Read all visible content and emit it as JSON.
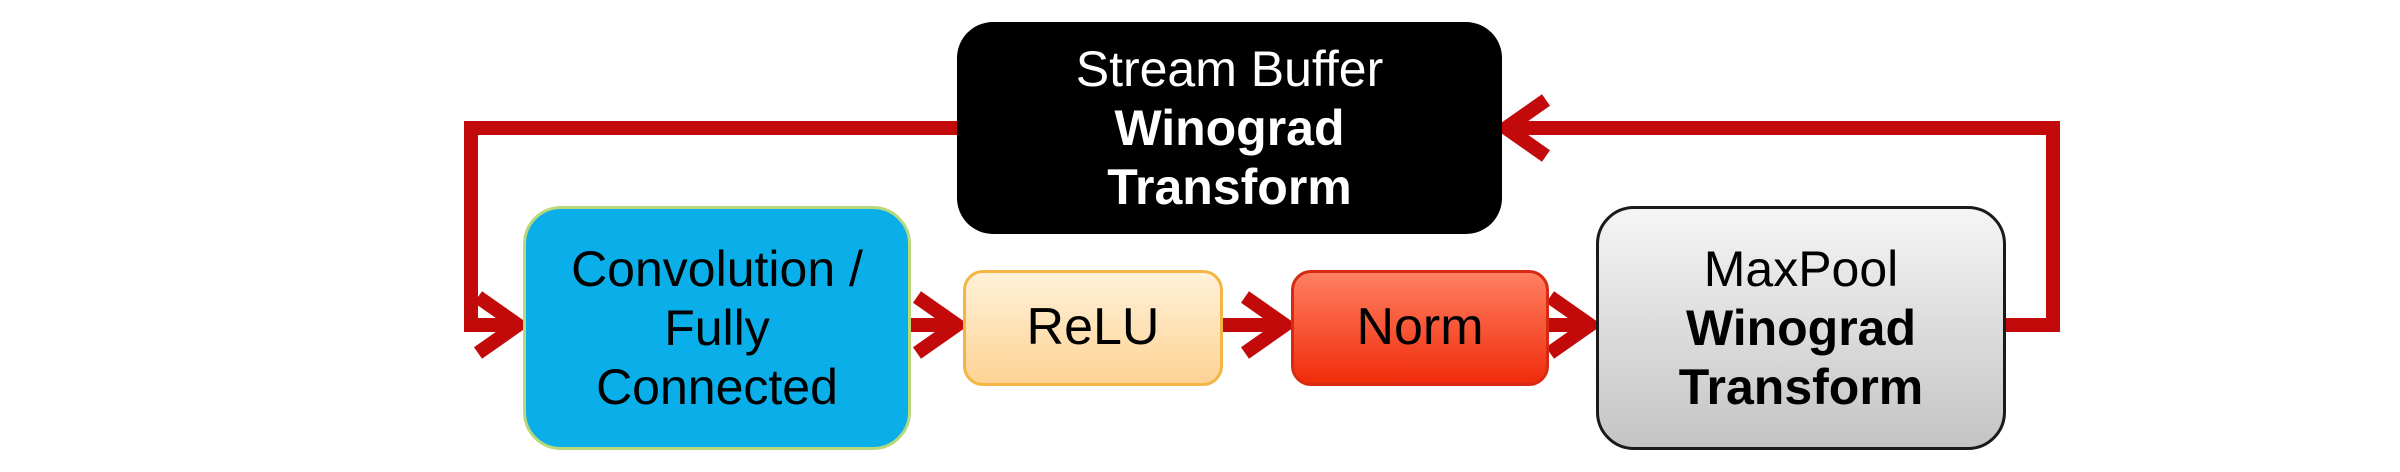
{
  "diagram": {
    "nodes": {
      "stream_buffer": {
        "line1": "Stream Buffer",
        "line2": "Winograd",
        "line3": "Transform"
      },
      "convolution": {
        "line1": "Convolution /",
        "line2": "Fully",
        "line3": "Connected"
      },
      "relu": {
        "label": "ReLU"
      },
      "norm": {
        "label": "Norm"
      },
      "maxpool": {
        "line1": "MaxPool",
        "line2": "Winograd",
        "line3": "Transform"
      }
    },
    "edges": [
      {
        "from": "convolution",
        "to": "relu"
      },
      {
        "from": "relu",
        "to": "norm"
      },
      {
        "from": "norm",
        "to": "maxpool"
      },
      {
        "from": "maxpool",
        "to": "stream_buffer"
      },
      {
        "from": "stream_buffer",
        "to": "convolution"
      }
    ],
    "colors": {
      "arrow": "#c20a0a",
      "stream_buffer_fill": "#000000",
      "convolution_fill": "#0aaee9",
      "relu_fill": "#fdd394",
      "norm_fill": "#f02c0c",
      "maxpool_fill": "#c4c4c4"
    }
  }
}
